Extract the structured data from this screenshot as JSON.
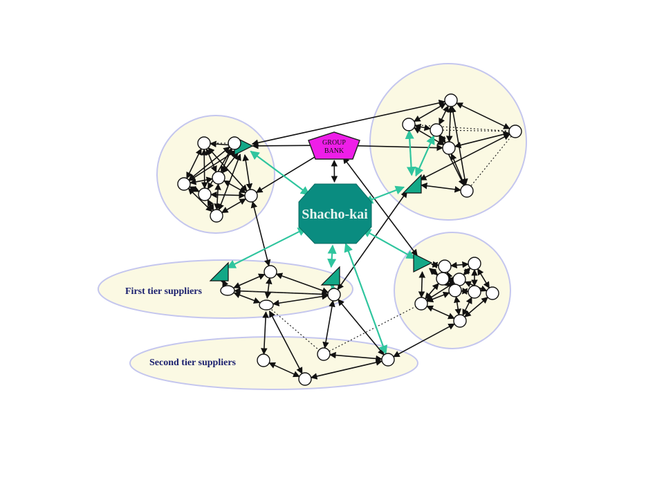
{
  "labels": {
    "group_bank_line1": "GROUP",
    "group_bank_line2": "BANK",
    "hub": "Shacho-kai",
    "first_tier": "First tier suppliers",
    "second_tier": "Second tier suppliers"
  },
  "colors": {
    "cluster_fill": "#fbf9e3",
    "cluster_stroke": "#c4c6ee",
    "hub_fill": "#0a8c80",
    "hub_text": "#e8f4f0",
    "bank_fill": "#ee1ee8",
    "triangle_fill": "#13a887",
    "teal_edge": "#2fc59e",
    "black_edge": "#111111",
    "label_text": "#1a1f6e"
  }
}
